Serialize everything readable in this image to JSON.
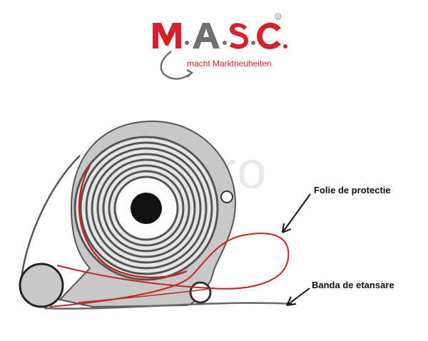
{
  "logo": {
    "brand": "M·A·S·C.",
    "tagline": "macht Marktneuheiten",
    "registered": "®",
    "colors": {
      "red": "#d5202d",
      "gray": "#6f6f6f"
    }
  },
  "labels": {
    "folie": "Folie de protectie",
    "banda": "Banda de etansare"
  },
  "watermark": "...you.ro",
  "colors": {
    "housing": "#c8c8c8",
    "housing_outline": "#555555",
    "coil": "#555555",
    "film": "#c0261e",
    "hub": "#111111"
  }
}
